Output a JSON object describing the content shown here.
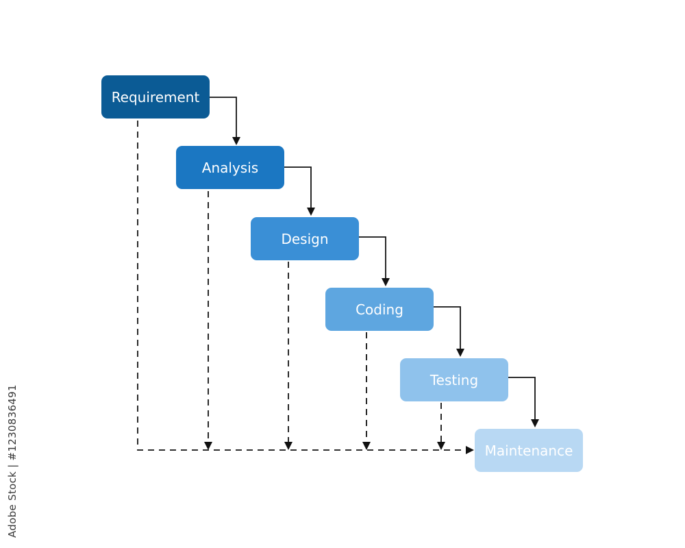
{
  "diagram": {
    "stages": [
      {
        "label": "Requirement",
        "color": "#0b5b95"
      },
      {
        "label": "Analysis",
        "color": "#1b77c2"
      },
      {
        "label": "Design",
        "color": "#3a8fd6"
      },
      {
        "label": "Coding",
        "color": "#5ea6e0"
      },
      {
        "label": "Testing",
        "color": "#8fc2ec"
      },
      {
        "label": "Maintenance",
        "color": "#b8d8f3"
      }
    ],
    "arrow_color": "#111111"
  },
  "watermark": {
    "text": "Adobe Stock | #1230836491"
  }
}
